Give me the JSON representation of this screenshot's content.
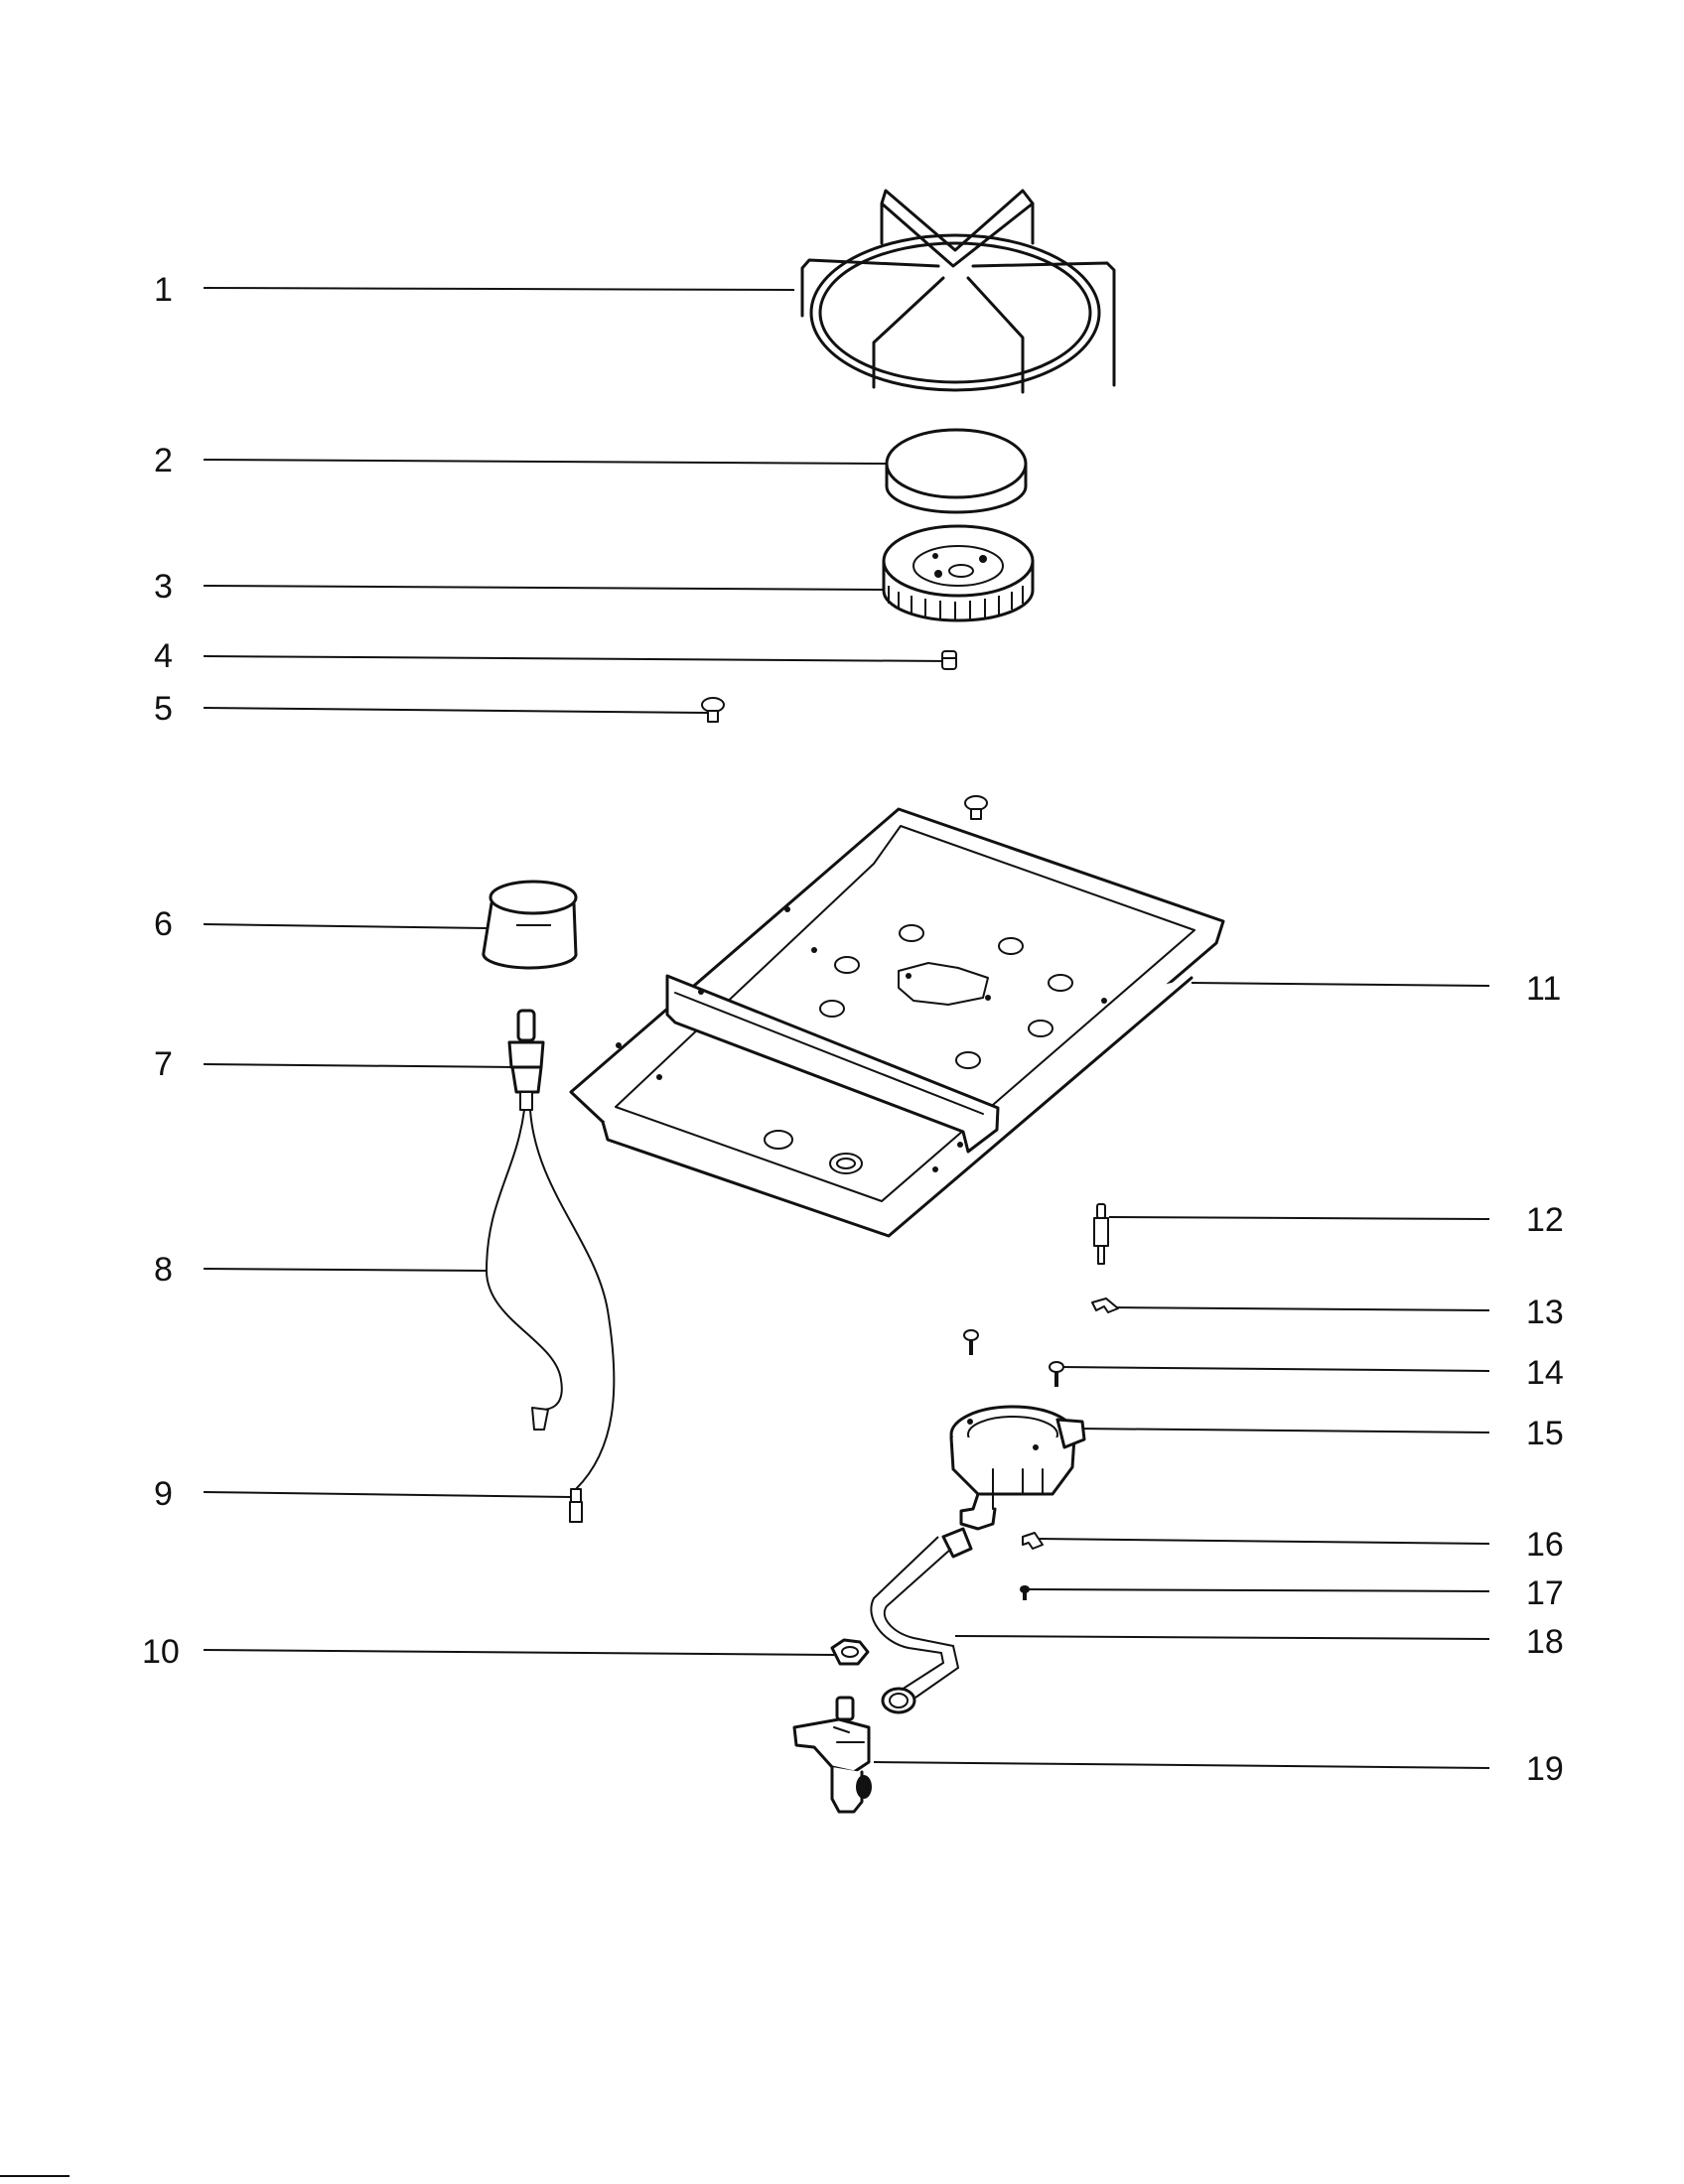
{
  "diagram": {
    "callouts": [
      {
        "number": "1",
        "part": "grate-icon"
      },
      {
        "number": "2",
        "part": "burner-cap-icon"
      },
      {
        "number": "3",
        "part": "burner-head-icon"
      },
      {
        "number": "4",
        "part": "orifice-icon"
      },
      {
        "number": "5",
        "part": "bumper-icon"
      },
      {
        "number": "6",
        "part": "knob-icon"
      },
      {
        "number": "7",
        "part": "ignition-switch-icon"
      },
      {
        "number": "8",
        "part": "wire-harness-icon"
      },
      {
        "number": "9",
        "part": "wire-icon"
      },
      {
        "number": "10",
        "part": "nut-icon"
      },
      {
        "number": "11",
        "part": "burner-box-icon"
      },
      {
        "number": "12",
        "part": "electrode-icon"
      },
      {
        "number": "13",
        "part": "clip-icon"
      },
      {
        "number": "14",
        "part": "screw-icon"
      },
      {
        "number": "15",
        "part": "burner-base-icon"
      },
      {
        "number": "16",
        "part": "clip-icon"
      },
      {
        "number": "17",
        "part": "screw-icon"
      },
      {
        "number": "18",
        "part": "gas-tube-icon"
      },
      {
        "number": "19",
        "part": "valve-icon"
      }
    ]
  }
}
